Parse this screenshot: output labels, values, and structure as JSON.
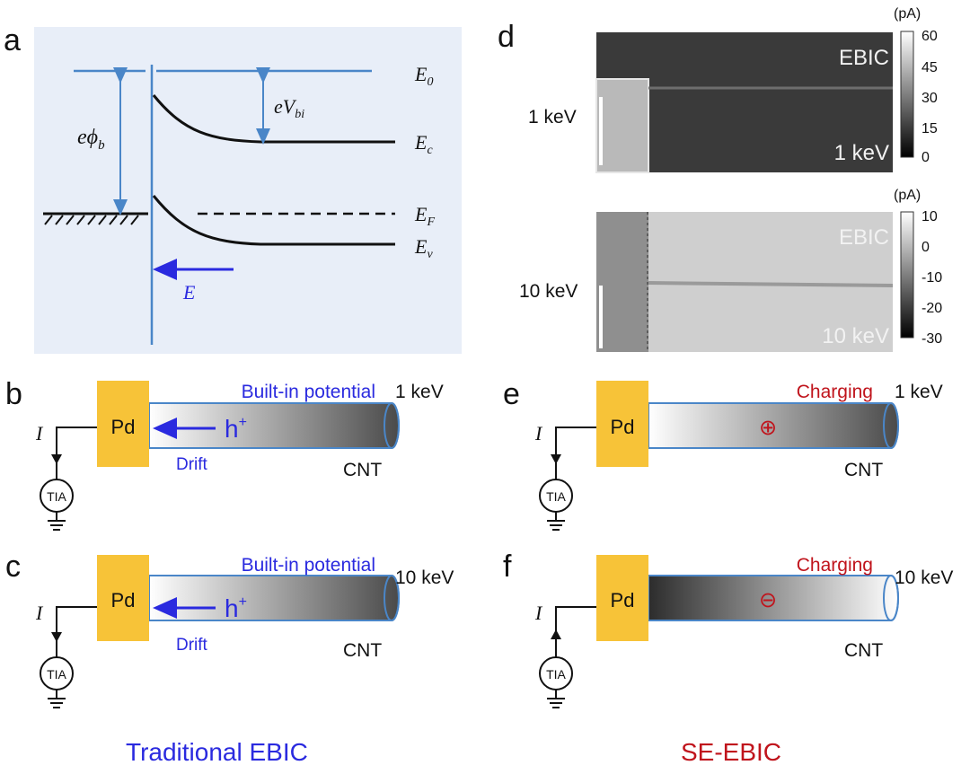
{
  "panels": {
    "a": "a",
    "b": "b",
    "c": "c",
    "d": "d",
    "e": "e",
    "f": "f"
  },
  "band_diagram": {
    "E0": "E",
    "E0_sub": "0",
    "Ec": "E",
    "Ec_sub": "c",
    "EF": "E",
    "EF_sub": "F",
    "Ev": "E",
    "Ev_sub": "v",
    "barrier": "eϕ",
    "barrier_sub": "b",
    "vbi": "eV",
    "vbi_sub": "bi",
    "field": "E",
    "colors": {
      "background": "#e8eef8",
      "line": "#4a86c8",
      "band": "#111111",
      "field": "#2a2adf"
    }
  },
  "ebic_maps": {
    "top": {
      "label": "EBIC",
      "energy_left": "1 keV",
      "energy_right": "1 keV",
      "unit": "(pA)",
      "ticks": [
        "60",
        "45",
        "30",
        "15",
        "0"
      ]
    },
    "bottom": {
      "label": "EBIC",
      "energy_left": "10 keV",
      "energy_right": "10 keV",
      "unit": "(pA)",
      "ticks": [
        "10",
        "0",
        "-10",
        "-20",
        "-30"
      ]
    }
  },
  "schematic_b": {
    "contact": "Pd",
    "title": "Built-in potential",
    "energy": "1 keV",
    "carrier": "h",
    "carrier_sup": "+",
    "drift": "Drift",
    "tube": "CNT",
    "current": "I",
    "amp": "TIA"
  },
  "schematic_c": {
    "contact": "Pd",
    "title": "Built-in potential",
    "energy": "10 keV",
    "carrier": "h",
    "carrier_sup": "+",
    "drift": "Drift",
    "tube": "CNT",
    "current": "I",
    "amp": "TIA"
  },
  "schematic_e": {
    "contact": "Pd",
    "title": "Charging",
    "energy": "1 keV",
    "charge": "⊕",
    "tube": "CNT",
    "current": "I",
    "amp": "TIA"
  },
  "schematic_f": {
    "contact": "Pd",
    "title": "Charging",
    "energy": "10 keV",
    "charge": "⊖",
    "tube": "CNT",
    "current": "I",
    "amp": "TIA"
  },
  "footer": {
    "left": "Traditional EBIC",
    "right": "SE-EBIC",
    "left_color": "#2a2adf",
    "right_color": "#c0141c"
  }
}
